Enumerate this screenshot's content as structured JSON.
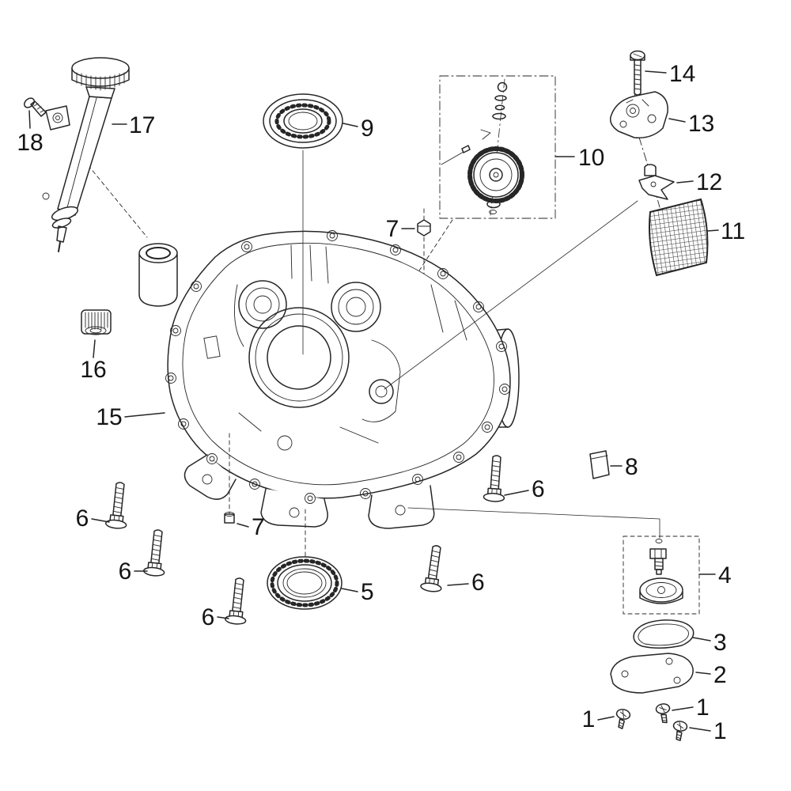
{
  "figure": {
    "background_color": "#ffffff",
    "line_color": "#262626",
    "label_color": "#141414"
  },
  "callouts": {
    "n1a": "1",
    "n1b": "1",
    "n1c": "1",
    "n2": "2",
    "n3": "3",
    "n4": "4",
    "n5": "5",
    "n6a": "6",
    "n6b": "6",
    "n6c": "6",
    "n6d": "6",
    "n6e": "6",
    "n7a": "7",
    "n7b": "7",
    "n8": "8",
    "n9": "9",
    "n10": "10",
    "n11": "11",
    "n12": "12",
    "n13": "13",
    "n14": "14",
    "n15": "15",
    "n16": "16",
    "n17": "17",
    "n18": "18"
  }
}
